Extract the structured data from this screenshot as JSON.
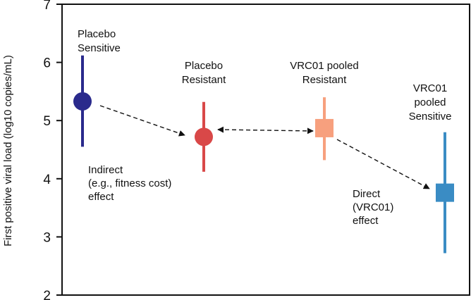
{
  "chart_data": {
    "type": "scatter",
    "ylabel": "First positive viral load (log10 copies/mL)",
    "ylim": [
      2,
      7
    ],
    "yticks": [
      2,
      3,
      4,
      5,
      6,
      7
    ],
    "grid": false,
    "groups": [
      {
        "label_lines": [
          "Placebo",
          "Sensitive"
        ],
        "value": 5.33,
        "low": 4.55,
        "high": 6.12,
        "marker": "circle",
        "color": "#2a2a8c"
      },
      {
        "label_lines": [
          "Placebo",
          "Resistant"
        ],
        "value": 4.72,
        "low": 4.12,
        "high": 5.32,
        "marker": "circle",
        "color": "#d94848"
      },
      {
        "label_lines": [
          "VRC01 pooled",
          "Resistant"
        ],
        "value": 4.87,
        "low": 4.32,
        "high": 5.4,
        "marker": "square",
        "color": "#f7a07e"
      },
      {
        "label_lines": [
          "VRC01",
          "pooled",
          "Sensitive"
        ],
        "value": 3.76,
        "low": 2.72,
        "high": 4.8,
        "marker": "square",
        "color": "#3a8cc4"
      }
    ],
    "annotations": [
      {
        "lines": [
          "Indirect",
          "(e.g., fitness cost)",
          "effect"
        ]
      },
      {
        "lines": [
          "Direct",
          "(VRC01)",
          "effect"
        ]
      }
    ]
  }
}
